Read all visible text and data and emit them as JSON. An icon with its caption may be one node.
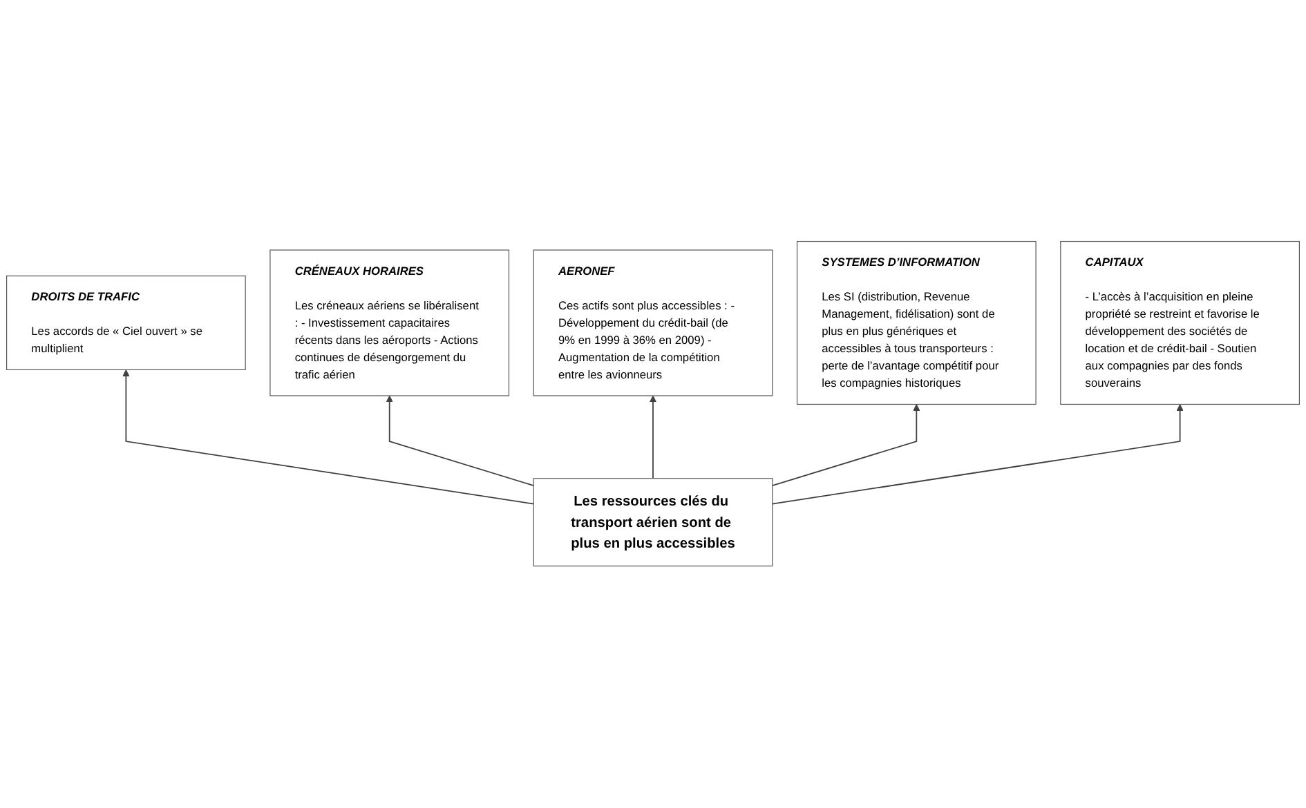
{
  "diagram": {
    "nodes": [
      {
        "text": [
          "AERONEF",
          "Ces actifs sont plus accessibles : - Développement du crédit-bail (de 9% en 1999 à 36% en 2009) - Augmentation de la compétition entre les avionneurs"
        ]
      },
      {
        "text": [
          "CRÉNEAUX HORAIRES",
          "Les créneaux aériens se libéralisent : - Investissement capacitaires récents dans les aéroports - Actions continues de désengorgement du trafic aérien"
        ]
      },
      {
        "text": [
          "SYSTEMES D’INFORMATION",
          "Les SI (distribution, Revenue Management, fidélisation) sont de plus en plus génériques et accessibles à tous transporteurs : perte de l’avantage compétitif pour les compagnies historiques"
        ]
      },
      {
        "text": [
          "DROITS DE TRAFIC",
          "Les accords de « Ciel ouvert » se multiplient"
        ]
      },
      {
        "text": [
          "CAPITAUX",
          "- L’accès à l’acquisition en pleine propriété se restreint et favorise le développement des sociétés de location et de crédit-bail - Soutien aux compagnies par des fonds souverains"
        ]
      },
      {
        "text": [
          "Les ressources clés du transport aérien sont de plus en plus accessibles"
        ]
      }
    ],
    "edges": [
      {
        "from": 5,
        "to": 3,
        "arrow": "to"
      },
      {
        "from": 5,
        "to": 1,
        "arrow": "to"
      },
      {
        "from": 5,
        "to": 0,
        "arrow": "to"
      },
      {
        "from": 5,
        "to": 2,
        "arrow": "to"
      },
      {
        "from": 5,
        "to": 4,
        "arrow": "to"
      }
    ]
  }
}
